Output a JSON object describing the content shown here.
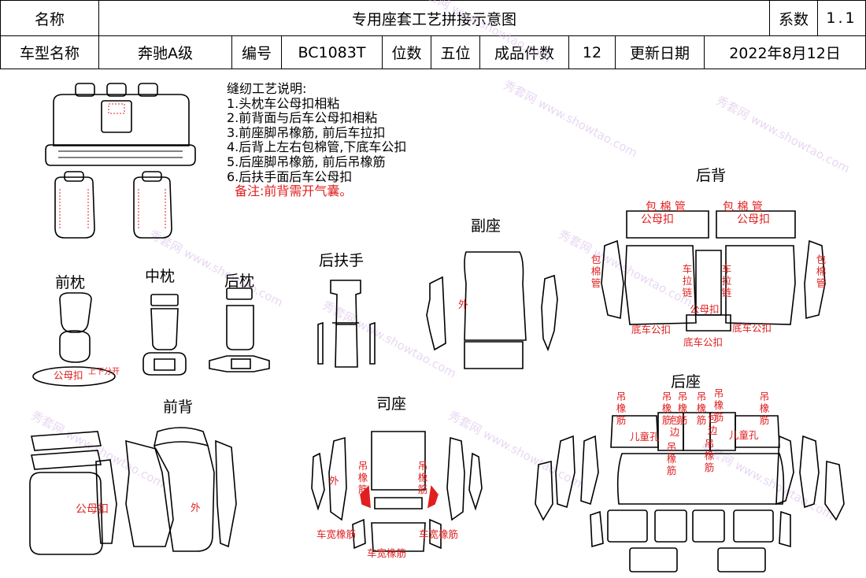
{
  "header": {
    "name_label": "名称",
    "title": "专用座套工艺拼接示意图",
    "coef_label": "系数",
    "coef_value": "1.1",
    "model_label": "车型名称",
    "model_value": "奔驰A级",
    "code_label": "编号",
    "code_value": "BC1083T",
    "seats_label": "位数",
    "seats_value": "五位",
    "pieces_label": "成品件数",
    "pieces_value": "12",
    "date_label": "更新日期",
    "date_value": "2022年8月12日"
  },
  "notes": {
    "heading": "缝纫工艺说明:",
    "items": [
      "1.头枕车公母扣相粘",
      "2.前背面与后车公母扣相粘",
      "3.前座脚吊橡筋, 前后车拉扣",
      "4.后背上左右包棉管,下底车公扣",
      "5.后座脚吊橡筋, 前后吊橡筋",
      "6.后扶手面后车公母扣"
    ],
    "remark": "备注:前背需开气囊。"
  },
  "sections": {
    "front_headrest": "前枕",
    "middle_headrest": "中枕",
    "rear_headrest": "后枕",
    "rear_armrest": "后扶手",
    "passenger_seat": "副座",
    "rear_back": "后背",
    "front_back": "前背",
    "driver_seat": "司座",
    "rear_seat": "后座"
  },
  "annotations": {
    "male_female_buckle": "公母扣",
    "opening": "上下分开",
    "outer": "外",
    "cotton_tube": "包 棉 管",
    "male_buckle": "公母扣",
    "cotton_tube_v": "包棉管",
    "zipper_v": "车拉链",
    "bottom_male_buckle": "底车公扣",
    "hang_elastic_v": "吊橡筋",
    "wide_elastic": "车宽橡筋",
    "child_hole": "儿童孔",
    "wrap_edge_v": "包边"
  },
  "watermark": "秀套网 www.showtao.com"
}
